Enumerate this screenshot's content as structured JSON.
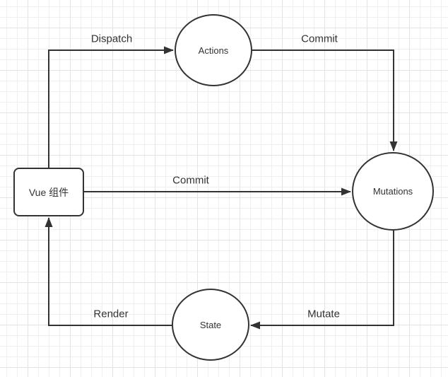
{
  "diagram": {
    "nodes": [
      {
        "id": "vue-component",
        "label": "Vue 组件",
        "shape": "rounded-rect"
      },
      {
        "id": "actions",
        "label": "Actions",
        "shape": "circle"
      },
      {
        "id": "mutations",
        "label": "Mutations",
        "shape": "circle"
      },
      {
        "id": "state",
        "label": "State",
        "shape": "circle"
      }
    ],
    "edges": [
      {
        "from": "vue-component",
        "to": "actions",
        "label": "Dispatch"
      },
      {
        "from": "actions",
        "to": "mutations",
        "label": "Commit"
      },
      {
        "from": "vue-component",
        "to": "mutations",
        "label": "Commit"
      },
      {
        "from": "mutations",
        "to": "state",
        "label": "Mutate"
      },
      {
        "from": "state",
        "to": "vue-component",
        "label": "Render"
      }
    ],
    "colors": {
      "stroke": "#333333",
      "text": "#333333",
      "node_fill": "#ffffff",
      "canvas": "#ffffff",
      "grid_minor": "#efefef",
      "grid_major": "#e3e3e3"
    }
  }
}
